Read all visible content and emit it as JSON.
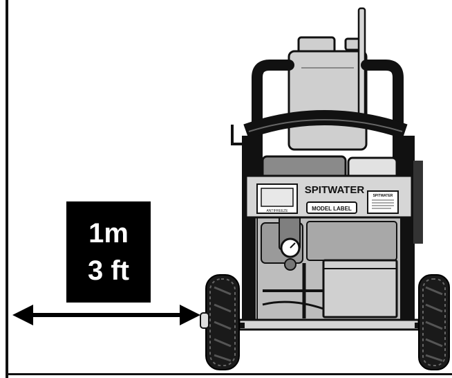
{
  "clearance": {
    "metric": "1m",
    "imperial": "3 ft"
  },
  "machine": {
    "brand": "SPITWATER",
    "model_label": "MODEL LABEL",
    "left_plate": "ANTIFREEZE",
    "right_plate": "SPITWATER"
  },
  "colors": {
    "frame": "#111111",
    "panel": "#d6d6d6",
    "tank": "#cfcfcf",
    "engine": "#8a8a8a",
    "label_bg": "#ffffff"
  },
  "icons": [
    "double-arrow-icon",
    "wheel-icon",
    "pressure-gauge-icon",
    "jerrycan-icon"
  ]
}
